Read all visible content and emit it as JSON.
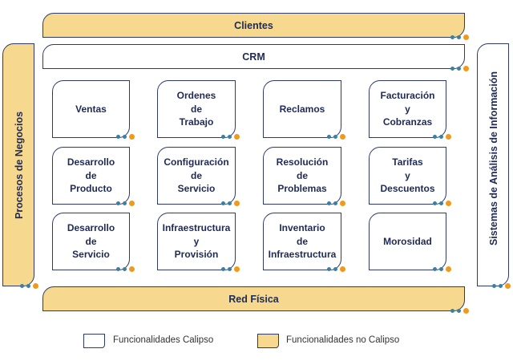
{
  "colors": {
    "calipso": "#ffffff",
    "no_calipso": "#f6d98f",
    "border": "#2e3a6b",
    "dot_teal": "#3b7fa2",
    "dot_orange": "#ef9a1c"
  },
  "bands": {
    "clientes": "Clientes",
    "crm": "CRM",
    "red_fisica": "Red Física",
    "procesos": "Procesos de Negocios",
    "sistemas": "Sistemas de Análisis de Información"
  },
  "grid": [
    [
      "Ventas",
      "Ordenes\nde\nTrabajo",
      "Reclamos",
      "Facturación\ny\nCobranzas"
    ],
    [
      "Desarrollo\nde\nProducto",
      "Configuración\nde\nServicio",
      "Resolución\nde\nProblemas",
      "Tarifas\ny\nDescuentos"
    ],
    [
      "Desarrollo\nde\nServicio",
      "Infraestructura\ny\nProvisión",
      "Inventario\nde\nInfraestructura",
      "Morosidad"
    ]
  ],
  "legend": {
    "calipso": "Funcionalidades Calipso",
    "no_calipso": "Funcionalidades no Calipso"
  }
}
